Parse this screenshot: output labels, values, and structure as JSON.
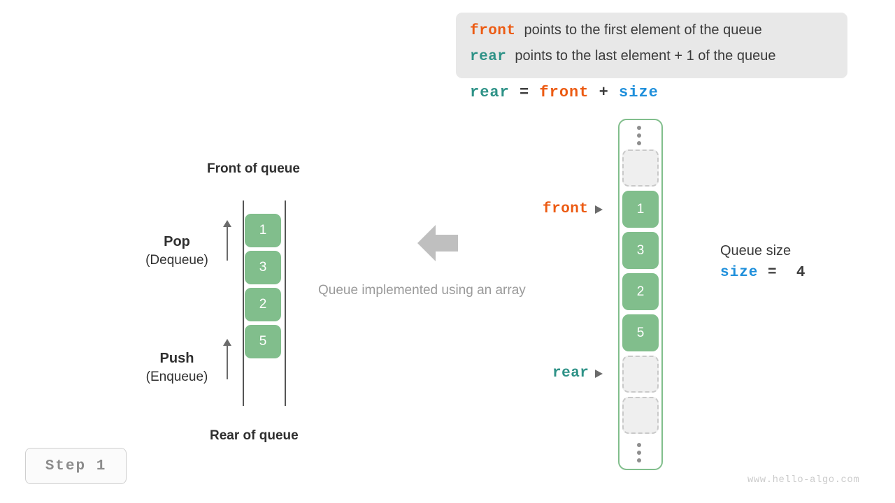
{
  "info_box": {
    "lines": [
      {
        "keyword": "front",
        "keyword_color": "#ec5b13",
        "text": "points to the first element of the queue"
      },
      {
        "keyword": "rear",
        "keyword_color": "#2e9287",
        "text": "points to the last element + 1 of the queue"
      }
    ]
  },
  "formula": {
    "rear": "rear",
    "equals": "=",
    "front": "front",
    "plus": "+",
    "size": "size"
  },
  "left_diagram": {
    "front_label": "Front of queue",
    "rear_label": "Rear of queue",
    "pop": {
      "title": "Pop",
      "subtitle": "(Dequeue)"
    },
    "push": {
      "title": "Push",
      "subtitle": "(Enqueue)"
    },
    "cells": [
      "1",
      "3",
      "2",
      "5"
    ]
  },
  "center": {
    "caption": "Queue implemented using an array",
    "arrow_direction": "left"
  },
  "array": {
    "top_ellipsis": "vertical-ellipsis",
    "bottom_ellipsis": "vertical-ellipsis",
    "slots": [
      {
        "value": "",
        "state": "empty"
      },
      {
        "value": "1",
        "state": "filled"
      },
      {
        "value": "3",
        "state": "filled"
      },
      {
        "value": "2",
        "state": "filled"
      },
      {
        "value": "5",
        "state": "filled"
      },
      {
        "value": "",
        "state": "empty"
      },
      {
        "value": "",
        "state": "empty"
      }
    ],
    "pointers": {
      "front": "front",
      "rear": "rear"
    }
  },
  "size_block": {
    "title": "Queue size",
    "var": "size",
    "equals": "=",
    "value": "4"
  },
  "step_badge": "Step 1",
  "watermark": "www.hello-algo.com",
  "colors": {
    "green": "#81be8c",
    "orange": "#ec5b13",
    "teal": "#2e9287",
    "blue": "#1e8fdb",
    "gray_text": "#9a9a9a"
  }
}
